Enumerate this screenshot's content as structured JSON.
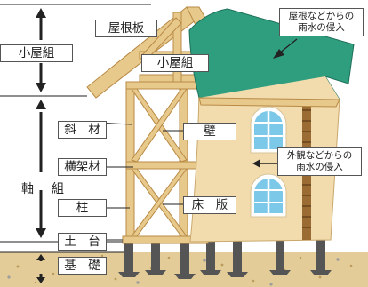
{
  "labels": {
    "koyagumi": "小屋組",
    "yanebita": "屋根板",
    "koyagumi_inner": "小屋組",
    "jiku": "軸",
    "gumi": "組",
    "shazai": "斜　材",
    "kabe": "壁",
    "oukazai": "横架材",
    "hashira": "柱",
    "yukaita": "床　版",
    "dodai": "土　台",
    "kiso": "基　礎"
  },
  "callouts": {
    "roof": [
      "屋根などからの",
      "雨水の侵入"
    ],
    "wall": [
      "外観などからの",
      "雨水の侵入"
    ]
  },
  "colors": {
    "roof": "#2f9e7f",
    "wall": "#f2dcae",
    "timber": "#e8c98c",
    "timber_edge": "#b88a45",
    "window": "#7cc8e8",
    "ground": "#e3cc97",
    "foundation": "#555555"
  }
}
